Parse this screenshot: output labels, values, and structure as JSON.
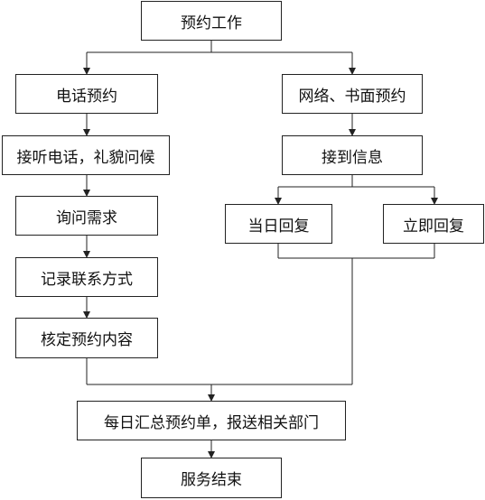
{
  "flowchart": {
    "start": "预约工作",
    "phone_branch": {
      "title": "电话预约",
      "steps": [
        "接听电话，礼貌问候",
        "询问需求",
        "记录联系方式",
        "核定预约内容"
      ]
    },
    "web_branch": {
      "title": "网络、书面预约",
      "step": "接到信息",
      "options": [
        "当日回复",
        "立即回复"
      ]
    },
    "merge": "每日汇总预约单，报送相关部门",
    "end": "服务结束"
  }
}
